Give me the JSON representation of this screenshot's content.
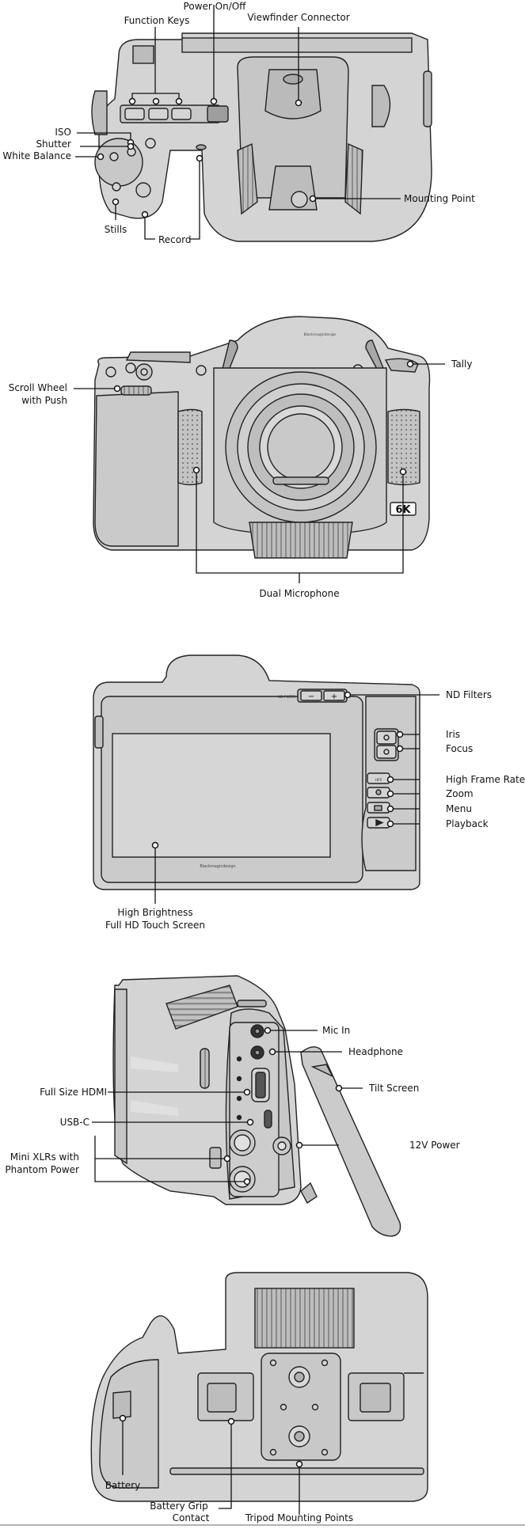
{
  "top_view": {
    "function_keys": "Function Keys",
    "power": "Power On/Off",
    "viewfinder": "Viewfinder Connector",
    "iso": "ISO",
    "shutter": "Shutter",
    "white_balance": "White Balance",
    "mounting_point": "Mounting Point",
    "stills": "Stills",
    "record": "Record"
  },
  "front_view": {
    "scroll_wheel_1": "Scroll Wheel",
    "scroll_wheel_2": "with Push",
    "tally": "Tally",
    "dual_microphone": "Dual Microphone",
    "badge": "6K",
    "brand": "Blackmagicdesign"
  },
  "rear_view": {
    "nd_filters": "ND Filters",
    "iris": "Iris",
    "focus": "Focus",
    "high_frame_rate": "High Frame Rate",
    "zoom": "Zoom",
    "menu": "Menu",
    "playback": "Playback",
    "screen_1": "High Brightness",
    "screen_2": "Full HD Touch Screen",
    "nd_label": "ND FILTER",
    "hfr_label": "HFR",
    "brand": "Blackmagicdesign"
  },
  "side_view": {
    "mic_in": "Mic In",
    "headphone": "Headphone",
    "tilt_screen": "Tilt Screen",
    "hdmi": "Full Size HDMI",
    "usbc": "USB-C",
    "power12v": "12V Power",
    "xlr_1": "Mini XLRs with",
    "xlr_2": "Phantom Power"
  },
  "bottom_view": {
    "battery": "Battery",
    "grip_1": "Battery Grip",
    "grip_2": "Contact",
    "tripod": "Tripod Mounting Points"
  },
  "colors": {
    "body": "#d4d4d4",
    "outline": "#222222",
    "dark": "#9a9a9a",
    "screen": "#cfcfcf"
  }
}
